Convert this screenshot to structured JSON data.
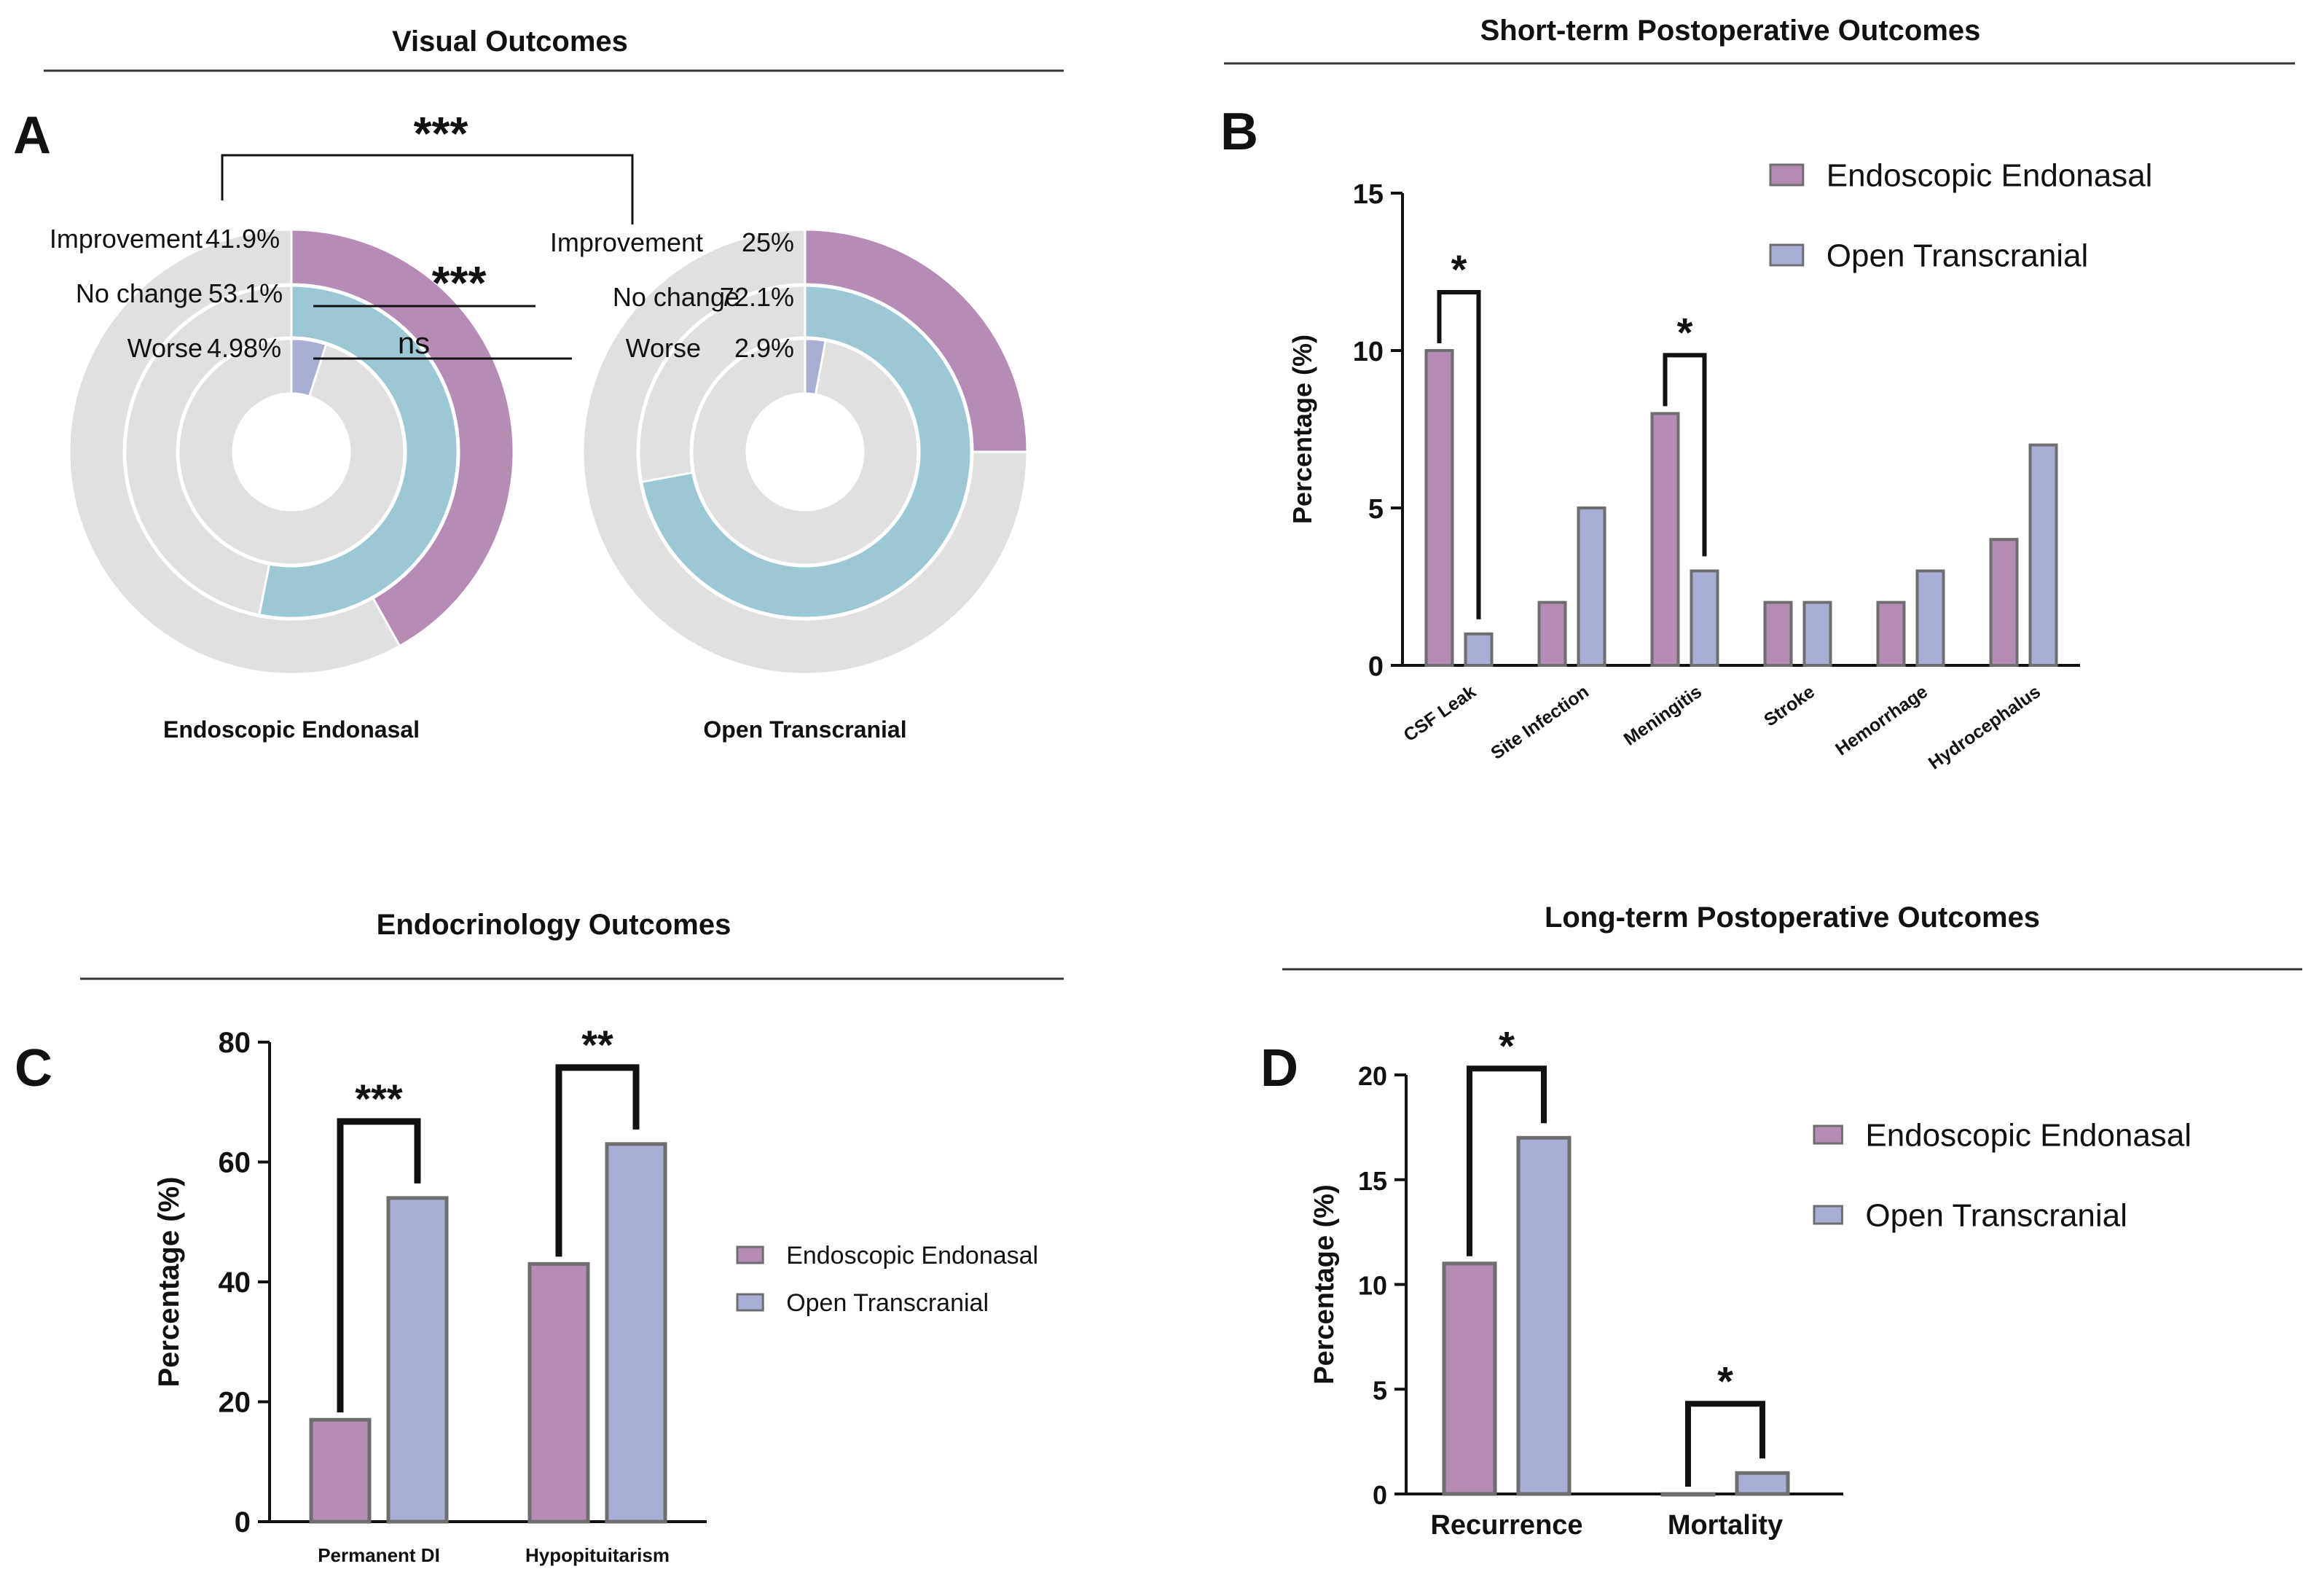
{
  "panels": {
    "A": {
      "letter": "A",
      "title": "Visual Outcomes",
      "label_endoscopic": "Endoscopic Endonasal",
      "label_open": "Open Transcranial",
      "categories": [
        "Improvement",
        "No change",
        "Worse"
      ],
      "endoscopic_values": [
        "41.9%",
        "53.1%",
        "4.98%"
      ],
      "open_values": [
        "25%",
        "72.1%",
        "2.9%"
      ],
      "sig_top": "***",
      "sig_nochange": "***",
      "sig_worse": "ns"
    },
    "B": {
      "letter": "B",
      "title": "Short-term Postoperative Outcomes"
    },
    "C": {
      "letter": "C",
      "title": "Endocrinology Outcomes"
    },
    "D": {
      "letter": "D",
      "title": "Long-term Postoperative Outcomes"
    }
  },
  "colors": {
    "endoscopic": "#b48cb4",
    "open": "#a9aed4",
    "nochange": "#9cc8d4",
    "remainder": "#e0e0e0",
    "bar_border": "#6e6e6e"
  },
  "chart_data": [
    {
      "panel": "A",
      "type": "pie",
      "title": "Visual Outcomes",
      "groups": [
        "Endoscopic Endonasal",
        "Open Transcranial"
      ],
      "categories": [
        "Improvement",
        "No change",
        "Worse"
      ],
      "series": [
        {
          "name": "Endoscopic Endonasal",
          "values": [
            41.9,
            53.1,
            4.98
          ]
        },
        {
          "name": "Open Transcranial",
          "values": [
            25,
            72.1,
            2.9
          ]
        }
      ],
      "annotations": [
        "***",
        "***",
        "ns"
      ]
    },
    {
      "panel": "B",
      "type": "bar",
      "title": "Short-term Postoperative Outcomes",
      "categories": [
        "CSF Leak",
        "Site Infection",
        "Meningitis",
        "Stroke",
        "Hemorrhage",
        "Hydrocephalus"
      ],
      "series": [
        {
          "name": "Endoscopic Endonasal",
          "values": [
            10,
            2,
            8,
            2,
            2,
            4
          ]
        },
        {
          "name": "Open Transcranial",
          "values": [
            1,
            5,
            3,
            2,
            3,
            7
          ]
        }
      ],
      "ylabel": "Percentage (%)",
      "ylim": [
        0,
        15
      ],
      "yticks": [
        0,
        5,
        10,
        15
      ],
      "legend": "top-right",
      "significance": [
        {
          "category_index": 0,
          "label": "*"
        },
        {
          "category_index": 2,
          "label": "*"
        }
      ]
    },
    {
      "panel": "C",
      "type": "bar",
      "title": "Endocrinology Outcomes",
      "categories": [
        "Permanent DI",
        "Hypopituitarism"
      ],
      "series": [
        {
          "name": "Endoscopic Endonasal",
          "values": [
            17,
            43
          ]
        },
        {
          "name": "Open Transcranial",
          "values": [
            54,
            63
          ]
        }
      ],
      "ylabel": "Percentage (%)",
      "ylim": [
        0,
        80
      ],
      "yticks": [
        0,
        20,
        40,
        60,
        80
      ],
      "legend": "right",
      "significance": [
        {
          "category_index": 0,
          "label": "***"
        },
        {
          "category_index": 1,
          "label": "**"
        }
      ]
    },
    {
      "panel": "D",
      "type": "bar",
      "title": "Long-term Postoperative Outcomes",
      "categories": [
        "Recurrence",
        "Mortality"
      ],
      "series": [
        {
          "name": "Endoscopic Endonasal",
          "values": [
            11,
            0
          ]
        },
        {
          "name": "Open Transcranial",
          "values": [
            17,
            1
          ]
        }
      ],
      "ylabel": "Percentage (%)",
      "ylim": [
        0,
        20
      ],
      "yticks": [
        0,
        5,
        10,
        15,
        20
      ],
      "legend": "right",
      "significance": [
        {
          "category_index": 0,
          "label": "*"
        },
        {
          "category_index": 1,
          "label": "*"
        }
      ]
    }
  ]
}
